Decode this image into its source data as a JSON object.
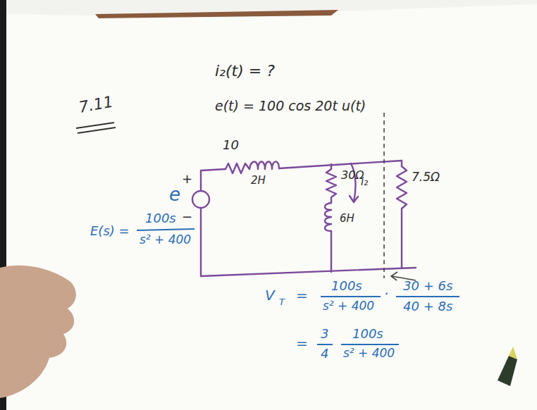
{
  "diagram": {
    "labels": [
      "7.11",
      "i₂(t) = ?",
      "e(t) = 100 cos 20t u(t)",
      "10",
      "2H",
      "30Ω",
      "6H",
      "7.5Ω",
      "i₂",
      "e",
      "+",
      "−",
      "E(s) =",
      "100s",
      "s² + 400",
      "V",
      "T",
      "=",
      "100s",
      "s² + 400",
      "·",
      "30 + 6s",
      "40 + 8s",
      "=",
      "3",
      "4",
      "100s",
      "s² + 400"
    ]
  }
}
